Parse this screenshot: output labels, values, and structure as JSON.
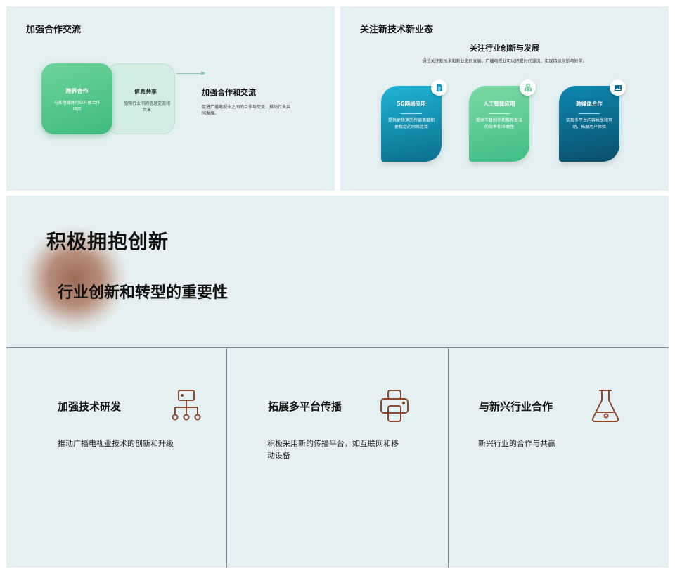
{
  "slide1": {
    "title": "加强合作交流",
    "card_left": {
      "title": "跨界合作",
      "text": "与其他媒体行业开展合作项目"
    },
    "card_right": {
      "title": "信息共享",
      "text": "加强行业间的信息交流和共享"
    },
    "heading": "加强合作和交流",
    "description": "促进广播电视业之间的合作与交流，推动行业共同发展。"
  },
  "slide2": {
    "title": "关注新技术新业态",
    "subtitle": "关注行业创新与发展",
    "description": "通过关注新技术和新业态的发展，广播电视业可以把握时代潮流，实现持续创新与转型。",
    "tiles": [
      {
        "title": "5G网络应用",
        "text": "提供更快速的传输速度和更稳定的网络连接",
        "icon": "document-icon"
      },
      {
        "title": "人工智能应用",
        "text": "提高节目制作和推荐算法的效率和准确性",
        "icon": "network-icon"
      },
      {
        "title": "跨媒体合作",
        "text": "实现多平台内容共享和互动，拓展用户体验",
        "icon": "image-icon"
      }
    ]
  },
  "slide3": {
    "title": "积极拥抱创新",
    "subtitle": "行业创新和转型的重要性",
    "cells": [
      {
        "title": "加强技术研发",
        "text": "推动广播电视业技术的创新和升级",
        "icon": "hierarchy-icon"
      },
      {
        "title": "拓展多平台传播",
        "text_line1": "积极采用新的传播平台，如互联网和移",
        "text_line2": "动设备",
        "icon": "printer-icon"
      },
      {
        "title": "与新兴行业合作",
        "text": "新兴行业的合作与共赢",
        "icon": "flask-icon"
      }
    ]
  },
  "colors": {
    "panel_bg": "#e4f0f1",
    "green": "#3dbb7e",
    "blue": "#0a6f8c",
    "icon_brown": "#8a4a30"
  }
}
